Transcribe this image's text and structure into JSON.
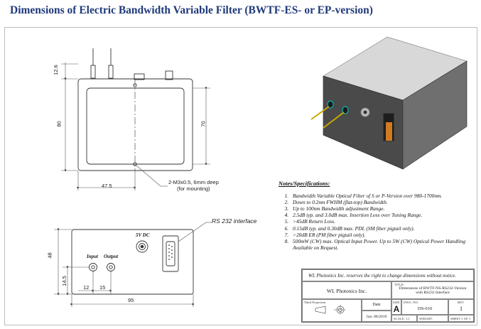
{
  "title": "Dimensions of Electric Bandwidth Variable Filter (BWTF-ES- or EP-version)",
  "front_view": {
    "dim_height": "80",
    "dim_inner_height": "70",
    "dim_top": "12.6",
    "dim_hole_x": "47.5",
    "hole_note": "2-M3x0.5, 6mm deep",
    "hole_note_2": "(for mounting)"
  },
  "side_view": {
    "rs232_label": "RS 232 interface",
    "dc_label": "5V DC",
    "input_label": "Input",
    "output_label": "Output",
    "dim_height": "48",
    "dim_port_height": "14.5",
    "dim_input_x": "12",
    "dim_output_x": "15",
    "dim_width": "95"
  },
  "notes": {
    "heading": "Notes/Specifications:",
    "items": [
      "Bandwidth Variable Optical Filter of S or P-Version over 980-1700nm.",
      "Down to 0.2nm FWHM (flat-top) Bandwidth.",
      "Up to 100nm Bandwidth adjustment Range.",
      "2.5dB typ. and 3.0dB max. Insertion Loss over Tuning Range.",
      ">45dB Return Loss.",
      "0.15dB typ. and 0.30dB max. PDL (SM fiber pigtail only).",
      ">20dB ER (PM fiber pigtail only).",
      "500mW (CW) max. Optical Input Power. Up to 5W (CW) Optical Power Handling Available on Request."
    ]
  },
  "title_block": {
    "disclaimer": "WL Photonics Inc. reserves the right to change dimensions without notice.",
    "company": "WL Photonics Inc.",
    "title_label": "TITLE:",
    "title_text": "Dimensions of BWTF-NS-RS232-Version with RS232 Interface",
    "projection_label": "Third Projection",
    "date_label": "Date",
    "date_value": "Jun. 08/2019",
    "size_label": "SIZE",
    "size_value": "A",
    "dwg_label": "DWG.  NO.",
    "dwg_value": "DS-010",
    "rev_label": "REV",
    "rev_value": "1",
    "scale": "SCALE: 1:1",
    "weight": "WEIGHT:",
    "sheet": "SHEET 1 OF 1"
  }
}
